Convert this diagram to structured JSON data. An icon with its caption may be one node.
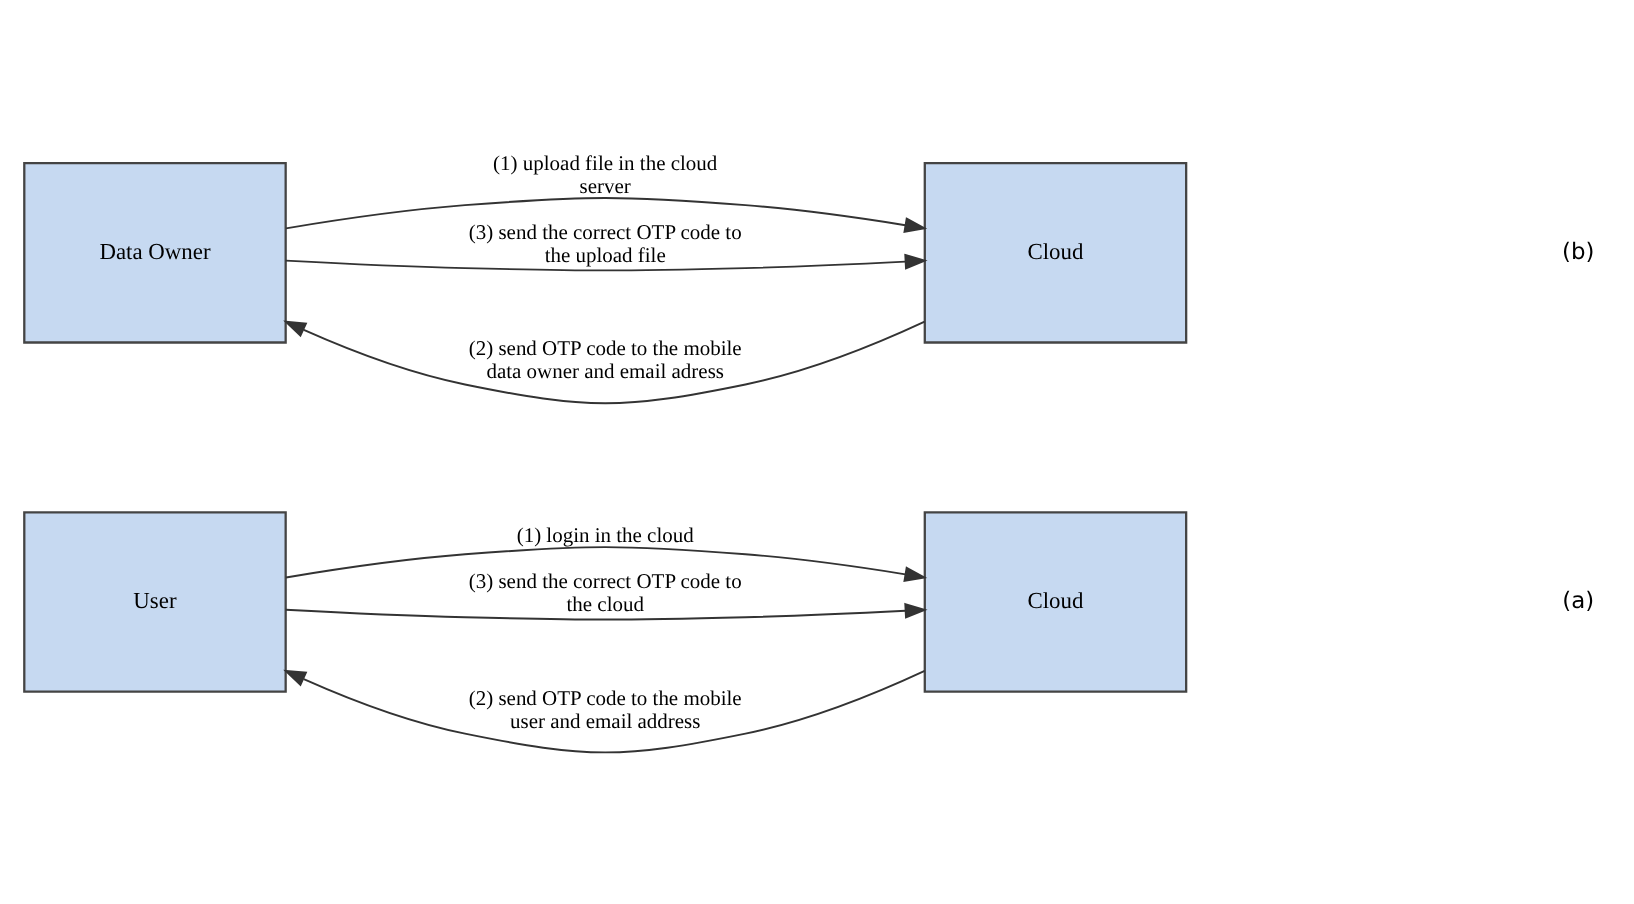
{
  "diagram": {
    "nodes": [
      {
        "text": [
          "User"
        ]
      },
      {
        "text": [
          "Cloud"
        ]
      },
      {
        "text": [
          "Data Owner"
        ]
      },
      {
        "text": [
          "Cloud"
        ]
      }
    ],
    "edges": [
      {
        "from": 0,
        "to": 1,
        "arrow": "to",
        "label": "(1) login in the cloud"
      },
      {
        "from": 1,
        "to": 0,
        "arrow": "to",
        "label": "(2) send OTP code to the mobile user and email address"
      },
      {
        "from": 0,
        "to": 1,
        "arrow": "to",
        "label": "(3) send the correct OTP code to the cloud"
      },
      {
        "from": 2,
        "to": 3,
        "arrow": "to",
        "label": "(1) upload file in the cloud server"
      },
      {
        "from": 3,
        "to": 2,
        "arrow": "to",
        "label": "(2) send OTP code to the mobile data owner and email adress"
      },
      {
        "from": 2,
        "to": 3,
        "arrow": "to",
        "label": "(3) send the correct OTP code to the upload file"
      }
    ],
    "labels": [
      "(a)",
      "(b)"
    ]
  }
}
